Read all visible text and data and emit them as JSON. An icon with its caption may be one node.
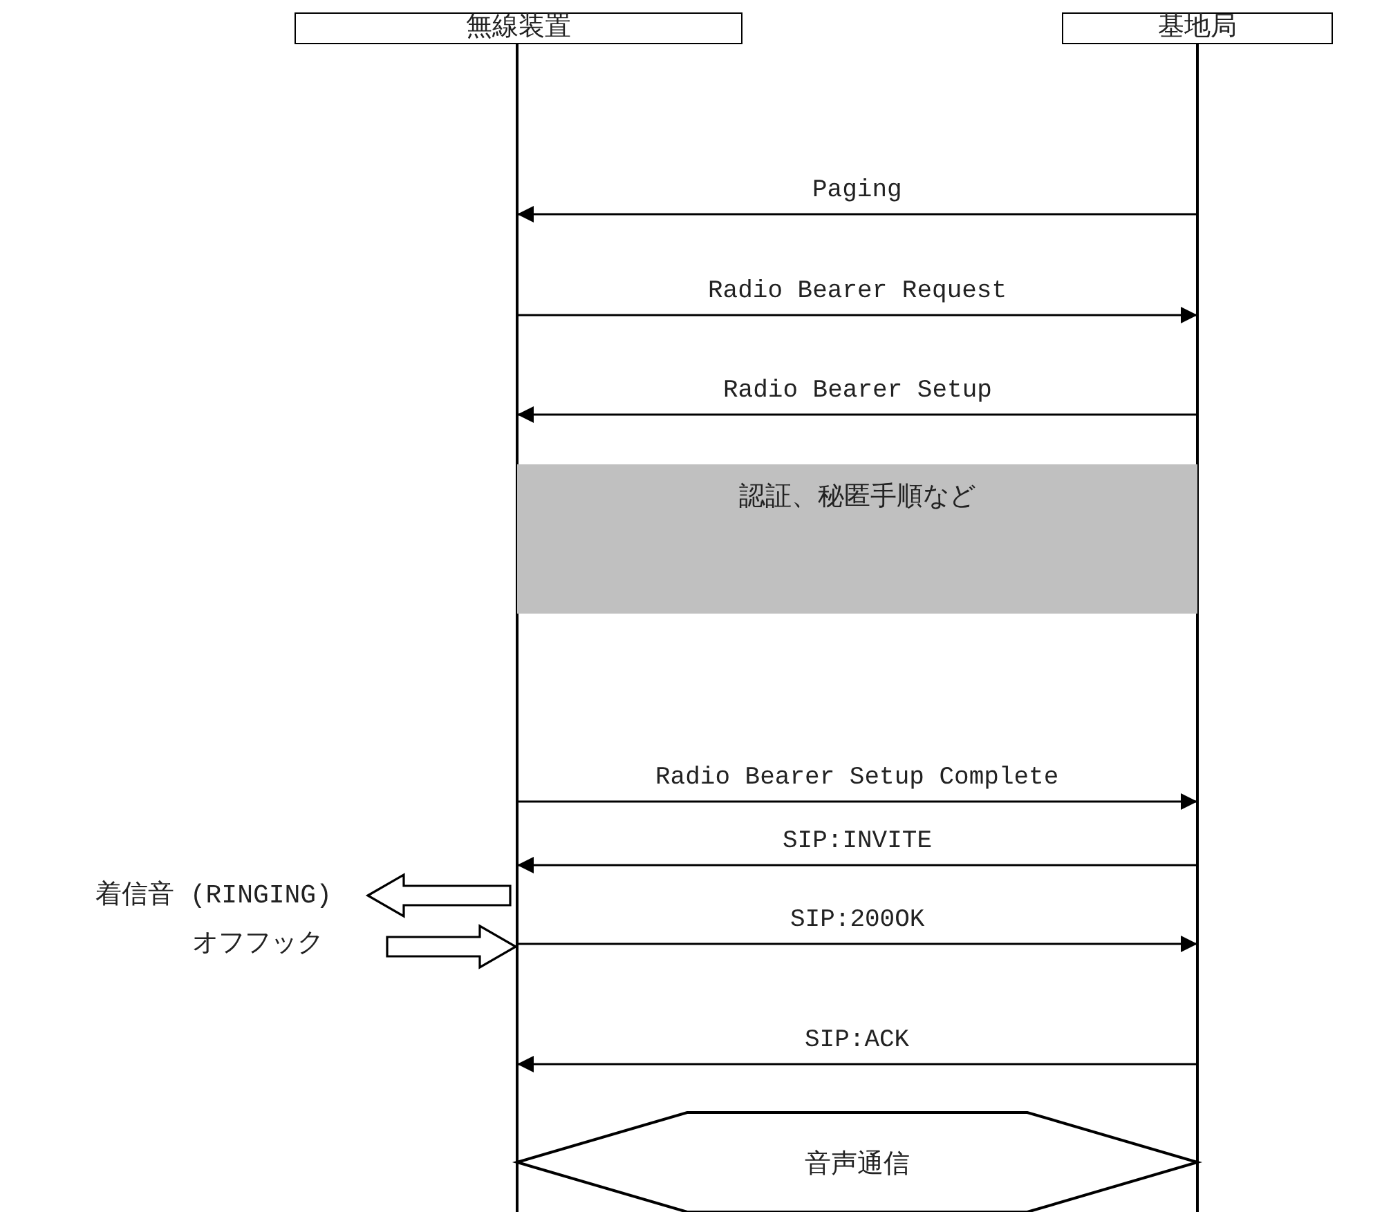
{
  "diagram": {
    "nodes": [
      {
        "text": [
          "無線装置"
        ]
      },
      {
        "text": [
          "基地局"
        ]
      },
      {
        "text": [
          "認証、秘匿手順など"
        ]
      },
      {
        "text": [
          "音声通信"
        ]
      },
      {
        "text": [
          "着信音 (RINGING)"
        ]
      },
      {
        "text": [
          "オフフック"
        ]
      }
    ],
    "edges": [
      {
        "from": 1,
        "to": 0,
        "arrow": "to",
        "label": "Paging"
      },
      {
        "from": 0,
        "to": 1,
        "arrow": "to",
        "label": "Radio Bearer Request"
      },
      {
        "from": 1,
        "to": 0,
        "arrow": "to",
        "label": "Radio Bearer Setup"
      },
      {
        "from": 0,
        "to": 1,
        "arrow": "to",
        "label": "Radio Bearer Setup Complete"
      },
      {
        "from": 1,
        "to": 0,
        "arrow": "to",
        "label": "SIP:INVITE"
      },
      {
        "from": 0,
        "to": 4,
        "arrow": "to"
      },
      {
        "from": 5,
        "to": 0,
        "arrow": "to"
      },
      {
        "from": 0,
        "to": 1,
        "arrow": "to",
        "label": "SIP:200OK"
      },
      {
        "from": 1,
        "to": 0,
        "arrow": "to",
        "label": "SIP:ACK"
      }
    ]
  }
}
